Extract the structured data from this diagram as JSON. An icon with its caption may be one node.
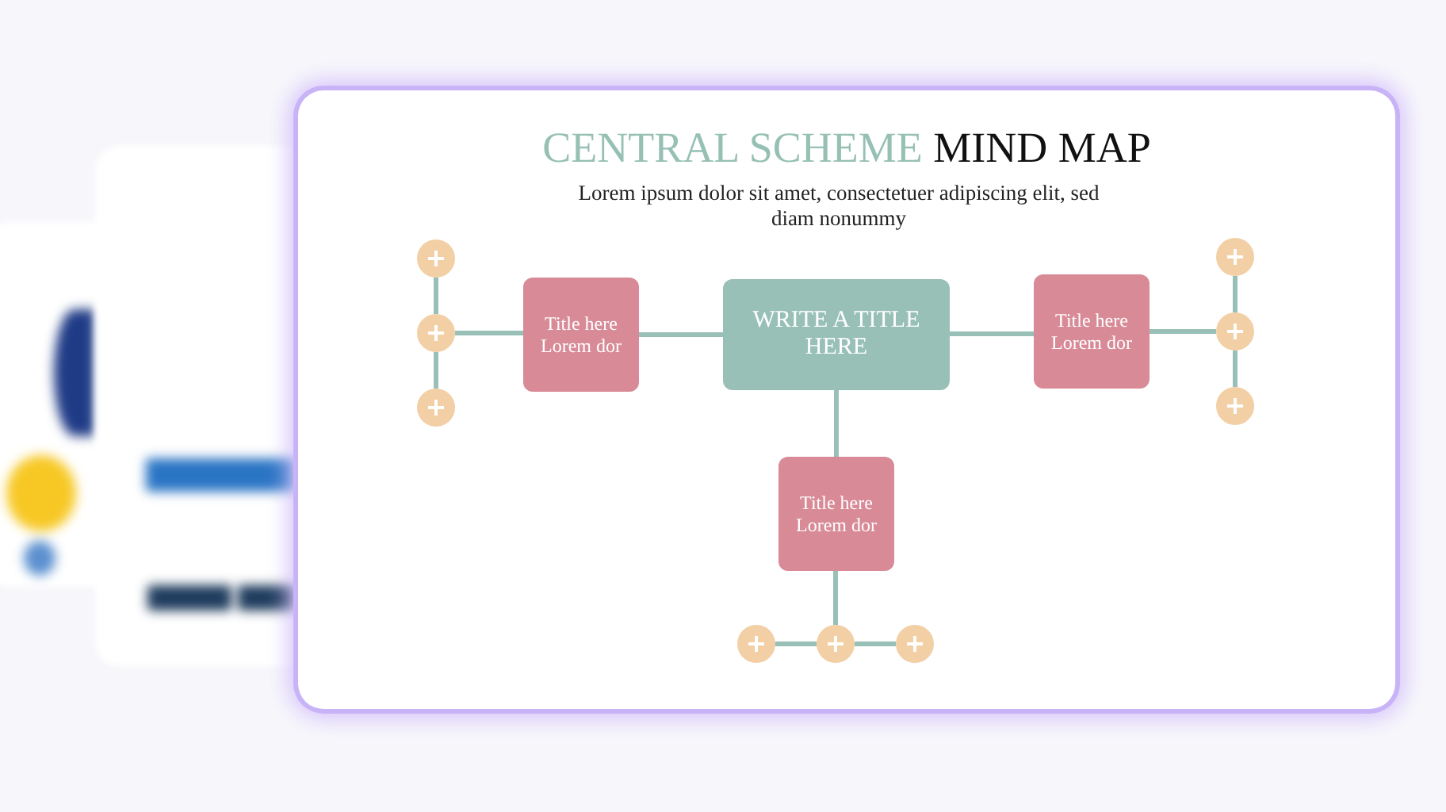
{
  "diagram": {
    "title": "**CENTRAL SCHEME** MIND MAP",
    "nodes": [
      {
        "text": [
          "WRITE A TITLE HERE"
        ]
      },
      {
        "text": [
          "Title here Lorem dor"
        ]
      },
      {
        "text": [
          "Title here Lorem dor"
        ]
      },
      {
        "text": [
          "Title here Lorem dor"
        ]
      },
      {
        "text": [],
        "shape": "circle"
      },
      {
        "text": [],
        "shape": "circle"
      },
      {
        "text": [],
        "shape": "circle"
      },
      {
        "text": [],
        "shape": "circle"
      },
      {
        "text": [],
        "shape": "circle"
      },
      {
        "text": [],
        "shape": "circle"
      },
      {
        "text": [],
        "shape": "circle"
      },
      {
        "text": [],
        "shape": "circle"
      },
      {
        "text": [],
        "shape": "circle"
      }
    ],
    "edges": [
      {
        "from": 0,
        "to": 1,
        "arrow": "none"
      },
      {
        "from": 0,
        "to": 2,
        "arrow": "none"
      },
      {
        "from": 0,
        "to": 3,
        "arrow": "none"
      },
      {
        "from": 1,
        "to": 5,
        "arrow": "none"
      },
      {
        "from": 4,
        "to": 5,
        "arrow": "none"
      },
      {
        "from": 5,
        "to": 6,
        "arrow": "none"
      },
      {
        "from": 2,
        "to": 8,
        "arrow": "none"
      },
      {
        "from": 7,
        "to": 8,
        "arrow": "none"
      },
      {
        "from": 8,
        "to": 9,
        "arrow": "none"
      },
      {
        "from": 3,
        "to": 11,
        "arrow": "none"
      },
      {
        "from": 10,
        "to": 11,
        "arrow": "none"
      },
      {
        "from": 11,
        "to": 12,
        "arrow": "none"
      }
    ],
    "labels": [
      "Lorem ipsum dolor sit amet, consectetuer adipiscing elit, sed diam nonummy"
    ]
  }
}
